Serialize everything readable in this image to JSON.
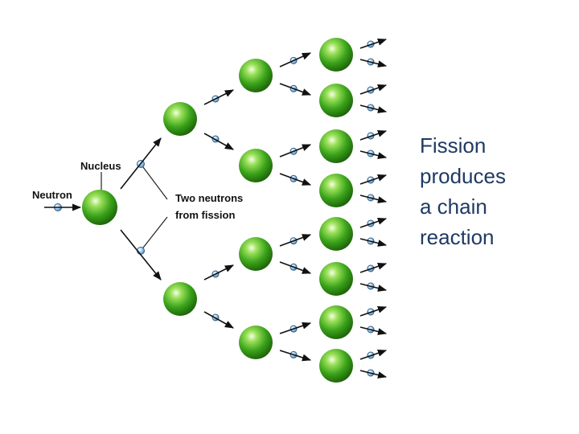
{
  "labels": {
    "neutron": "Neutron",
    "nucleus": "Nucleus",
    "two_neutrons_line1": "Two neutrons",
    "two_neutrons_line2": "from fission"
  },
  "caption": {
    "line1": "Fission",
    "line2": "produces",
    "line3": "a chain",
    "line4": "reaction"
  },
  "colors": {
    "nucleus_green": "#3aa31a",
    "neutron_blue": "#9cc6e6",
    "caption_text": "#1f3a64"
  }
}
